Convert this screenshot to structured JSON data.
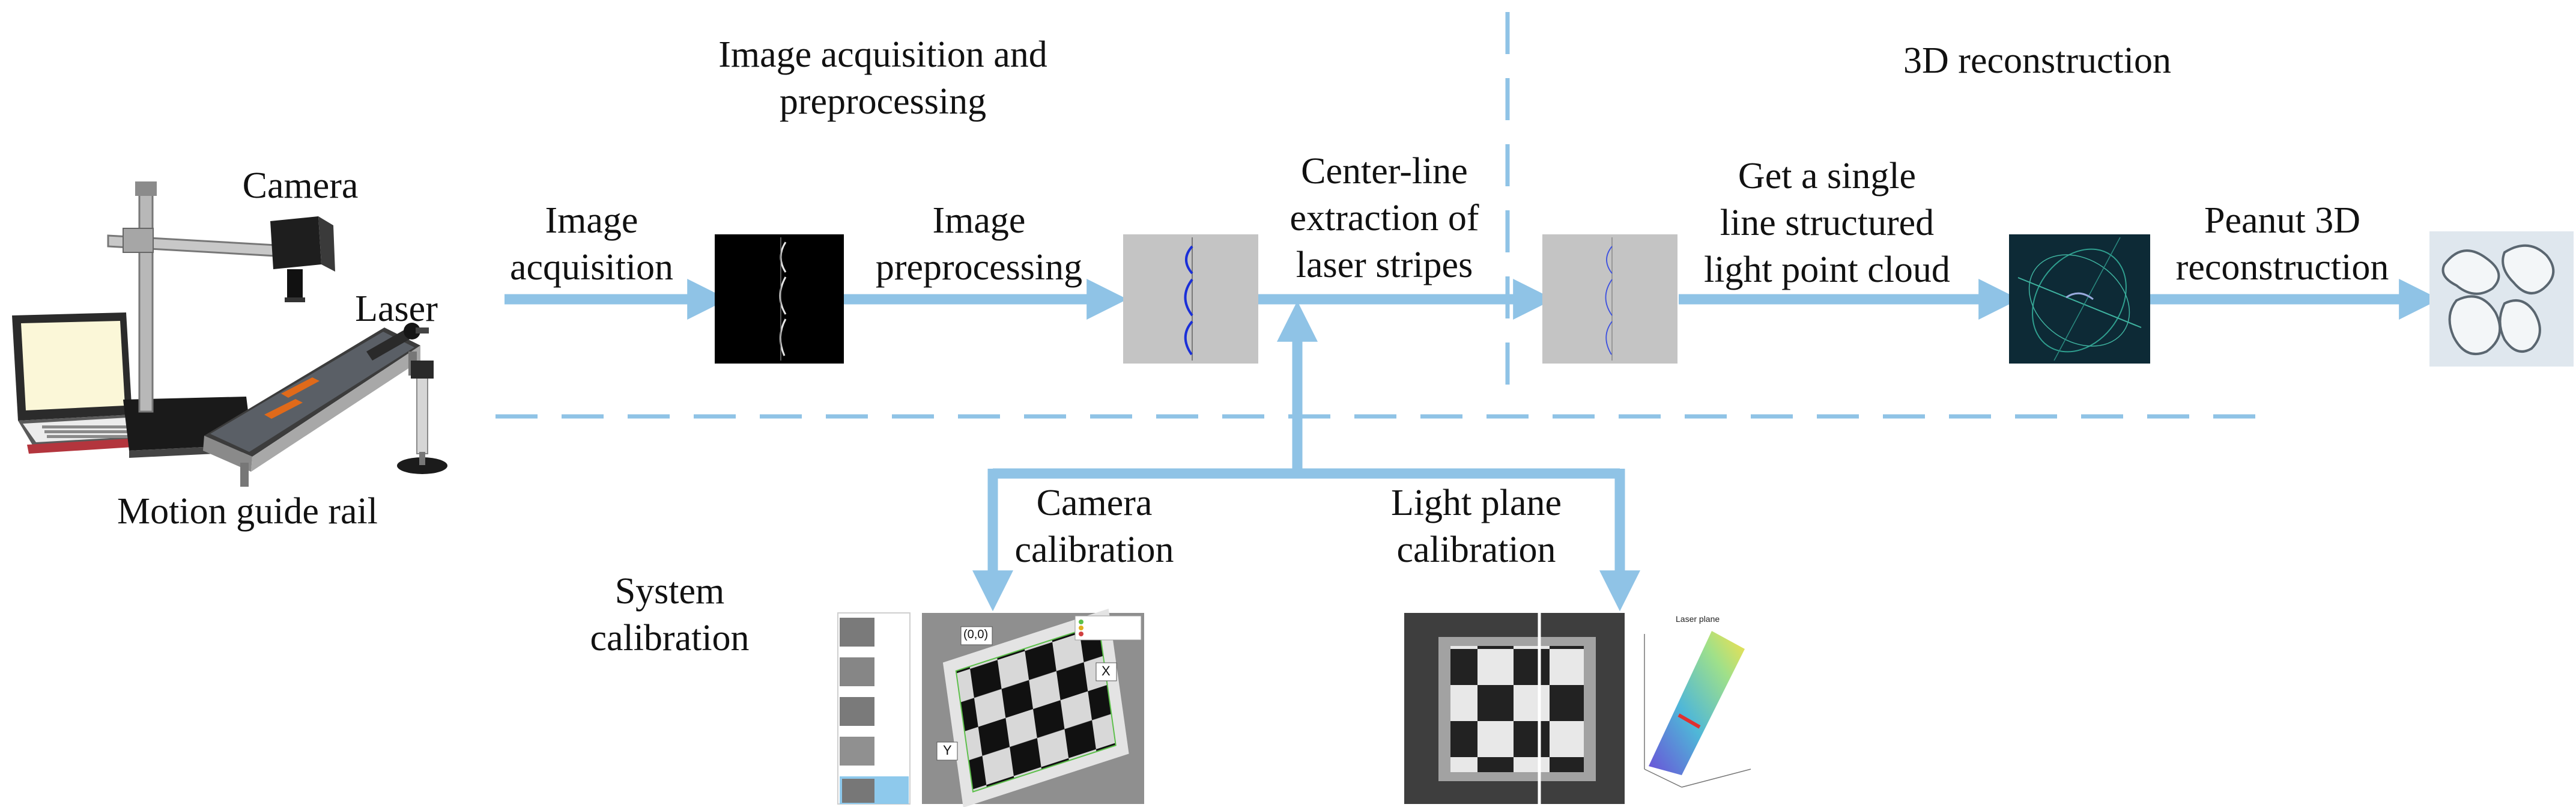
{
  "stages": {
    "acquisition_title": "Image acquisition and\npreprocessing",
    "reconstruction_title": "3D reconstruction",
    "calibration_title": "System\ncalibration"
  },
  "rig": {
    "camera_label": "Camera",
    "laser_label": "Laser",
    "rail_label": "Motion guide rail"
  },
  "steps": {
    "image_acquisition": "Image\nacquisition",
    "image_preprocessing": "Image\npreprocessing",
    "centerline_extraction": "Center-line\nextraction of\nlaser stripes",
    "point_cloud": "Get a single\nline structured\nlight point cloud",
    "peanut_reconstruction": "Peanut 3D\nreconstruction"
  },
  "calibration": {
    "camera_calibration": "Camera\ncalibration",
    "light_plane_calibration": "Light plane\ncalibration",
    "origin_label": "(0,0)",
    "x_axis_label": "X",
    "y_axis_label": "Y",
    "laser_plane_title": "Laser plane"
  },
  "colors": {
    "arrow": "#8fc3e6",
    "dashed": "#8fc3e6",
    "stripe": "#1a2fd8"
  }
}
